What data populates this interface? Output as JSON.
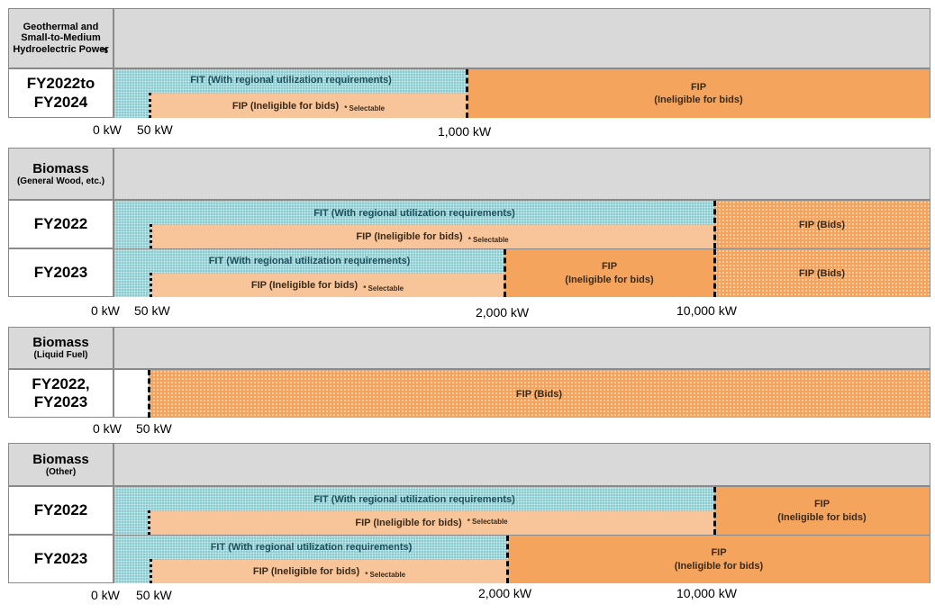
{
  "sections": {
    "geo": {
      "title": "Geothermal and Small-to-Medium Hydroelectric Power",
      "note": "*5",
      "row1": {
        "label": "FY2022to FY2024",
        "fit": "FIT (With regional utilization requirements)",
        "fip_light": "FIP (Ineligible for bids)",
        "selectable": "* Selectable",
        "fip_solid_line1": "FIP",
        "fip_solid_line2": "(Ineligible for bids)"
      },
      "ticks": [
        "0 kW",
        "50 kW",
        "1,000 kW"
      ]
    },
    "bio_wood": {
      "title": "Biomass",
      "subtitle": "(General Wood, etc.)",
      "row1": {
        "label": "FY2022",
        "fit": "FIT (With regional utilization requirements)",
        "fip_light": "FIP (Ineligible for bids)",
        "selectable": "* Selectable",
        "fip_bids": "FIP (Bids)"
      },
      "row2": {
        "label": "FY2023",
        "fit": "FIT (With regional utilization requirements)",
        "fip_light": "FIP (Ineligible for bids)",
        "selectable": "* Selectable",
        "fip_solid_line1": "FIP",
        "fip_solid_line2": "(Ineligible for bids)",
        "fip_bids": "FIP (Bids)"
      },
      "ticks": [
        "0 kW",
        "50 kW",
        "2,000 kW",
        "10,000 kW"
      ]
    },
    "bio_liquid": {
      "title": "Biomass",
      "subtitle": "(Liquid Fuel)",
      "row1": {
        "label": "FY2022, FY2023",
        "fip_bids": "FIP (Bids)"
      },
      "ticks": [
        "0 kW",
        "50 kW"
      ]
    },
    "bio_other": {
      "title": "Biomass",
      "subtitle": "(Other)",
      "row1": {
        "label": "FY2022",
        "fit": "FIT (With regional utilization requirements)",
        "fip_light": "FIP (Ineligible for bids)",
        "selectable": "* Selectable",
        "fip_solid_line1": "FIP",
        "fip_solid_line2": "(Ineligible for bids)"
      },
      "row2": {
        "label": "FY2023",
        "fit": "FIT (With regional utilization requirements)",
        "fip_light": "FIP (Ineligible for bids)",
        "selectable": "* Selectable",
        "fip_solid_line1": "FIP",
        "fip_solid_line2": "(Ineligible for bids)"
      },
      "ticks": [
        "0 kW",
        "50 kW",
        "2,000 kW",
        "10,000 kW"
      ]
    }
  },
  "colors": {
    "fit": "#86c8cc",
    "fip_light": "#f8c59a",
    "fip_solid": "#f5a45e",
    "header": "#d9d9d9"
  }
}
